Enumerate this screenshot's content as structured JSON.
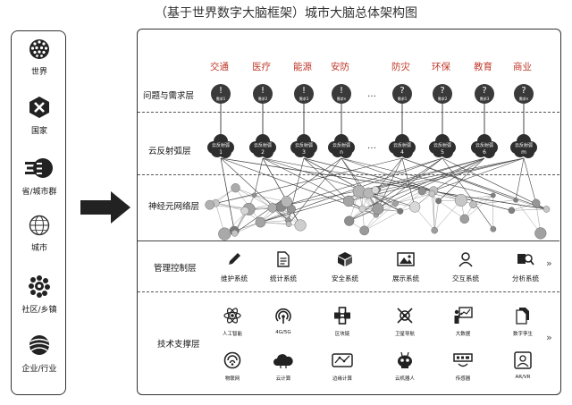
{
  "title": "（基于世界数字大脑框架）城市大脑总体架构图",
  "levels": [
    {
      "label": "世界",
      "icon": "globe-icon"
    },
    {
      "label": "国家",
      "icon": "country-icon"
    },
    {
      "label": "省/城市群",
      "icon": "province-icon"
    },
    {
      "label": "城市",
      "icon": "city-globe-icon"
    },
    {
      "label": "社区/乡镇",
      "icon": "community-icon"
    },
    {
      "label": "企业/行业",
      "icon": "enterprise-icon"
    }
  ],
  "layers": {
    "demand": "问题与需求层",
    "cloud": "云反射弧层",
    "neuron": "神经元网络层",
    "control": "管理控制层",
    "tech": "技术支撑层"
  },
  "categories": [
    "交通",
    "医疗",
    "能源",
    "安防",
    "防灾",
    "环保",
    "教育",
    "商业"
  ],
  "demand_nodes": [
    "需求1",
    "需求2",
    "需求3",
    "需求n",
    "需求1",
    "需求2",
    "需求3",
    "需求n"
  ],
  "cloud_nodes": [
    {
      "label": "云反射弧",
      "num": "1"
    },
    {
      "label": "云反射弧",
      "num": "2"
    },
    {
      "label": "云反射弧",
      "num": "3"
    },
    {
      "label": "云反射弧",
      "num": "n"
    },
    {
      "label": "云反射弧",
      "num": "4"
    },
    {
      "label": "云反射弧",
      "num": "5"
    },
    {
      "label": "云反射弧",
      "num": "6"
    },
    {
      "label": "云反射弧",
      "num": "m"
    }
  ],
  "ellipsis": "…",
  "control_systems": [
    {
      "label": "维护系统",
      "icon": "pen-icon"
    },
    {
      "label": "统计系统",
      "icon": "document-icon"
    },
    {
      "label": "安全系统",
      "icon": "cube-icon"
    },
    {
      "label": "展示系统",
      "icon": "picture-icon"
    },
    {
      "label": "交互系统",
      "icon": "user-icon"
    },
    {
      "label": "分析系统",
      "icon": "magnifier-icon"
    }
  ],
  "tech_row1": [
    {
      "label": "人工智能",
      "icon": "atom-icon"
    },
    {
      "label": "4G/5G",
      "icon": "signal-icon"
    },
    {
      "label": "区块链",
      "icon": "blockchain-icon"
    },
    {
      "label": "卫星导航",
      "icon": "satellite-icon"
    },
    {
      "label": "大数据",
      "icon": "presentation-icon"
    },
    {
      "label": "数字孪生",
      "icon": "twin-doc-icon"
    }
  ],
  "tech_row2": [
    {
      "label": "物联网",
      "icon": "iot-icon"
    },
    {
      "label": "云计算",
      "icon": "cloud-computing-icon"
    },
    {
      "label": "边缘计算",
      "icon": "edge-computing-icon"
    },
    {
      "label": "云机器人",
      "icon": "robot-icon"
    },
    {
      "label": "传感器",
      "icon": "sensor-icon"
    },
    {
      "label": "AR/VR",
      "icon": "arvr-icon"
    }
  ],
  "chevron": "»"
}
